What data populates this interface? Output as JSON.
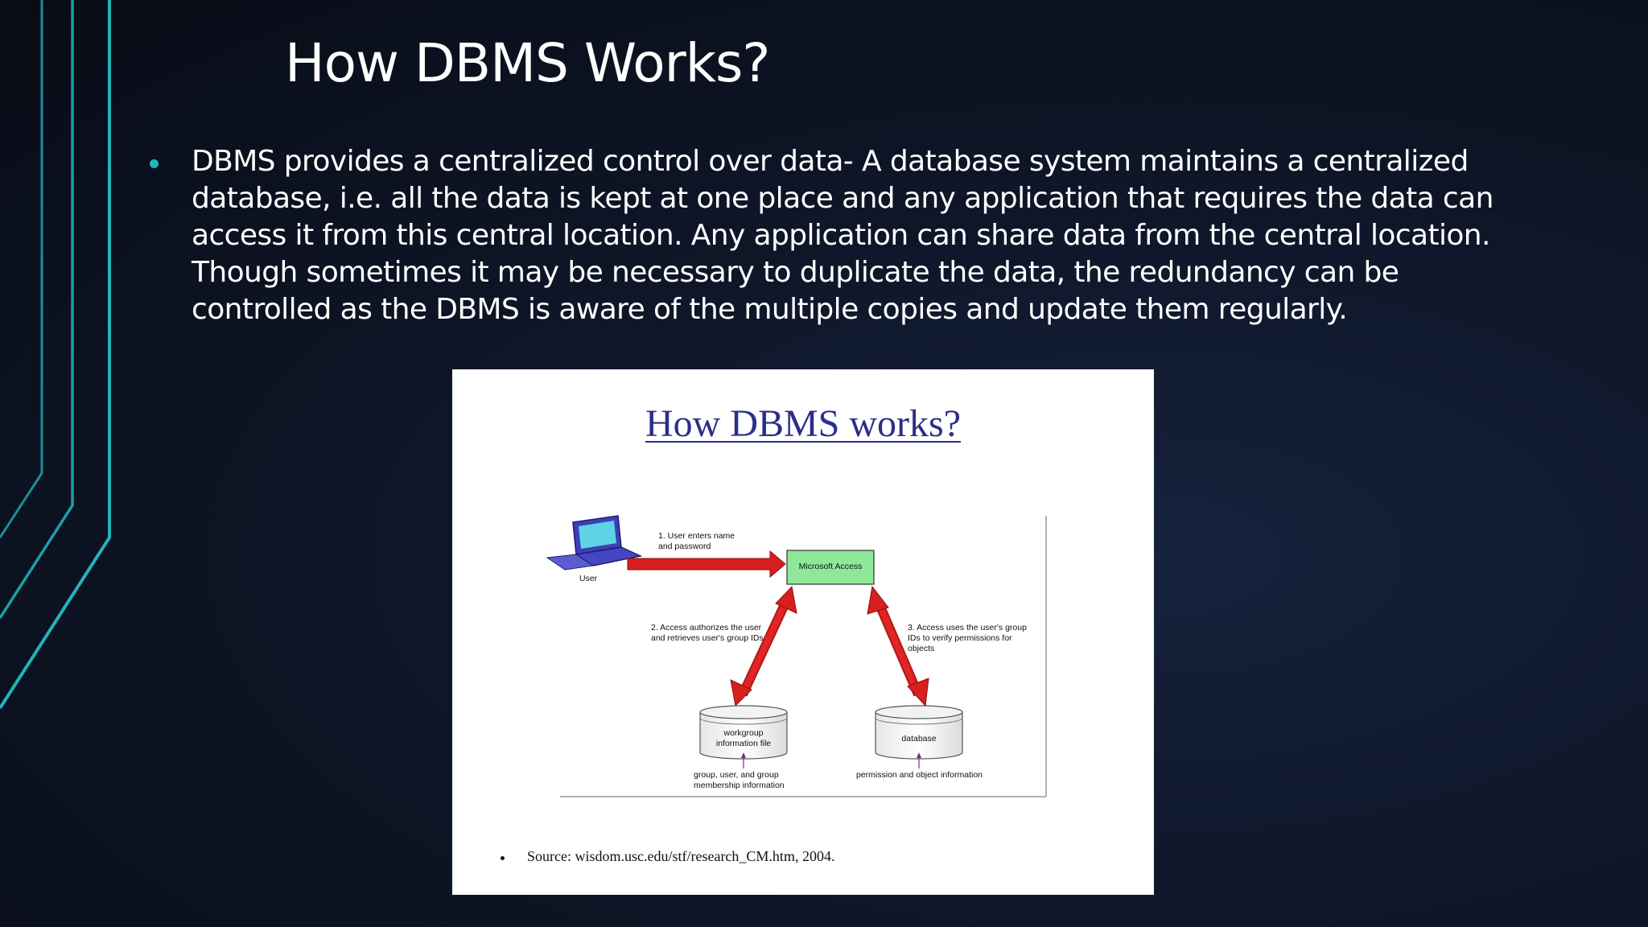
{
  "slide": {
    "title": "How DBMS Works?",
    "bullet_lines": [
      "DBMS provides a centralized control over data- A database system maintains a centralized",
      "database, i.e. all the data is kept at one place and any application that requires the data can",
      "access it from this central location. Any application can share data from the central location.",
      "Though sometimes it may be necessary to duplicate the data, the redundancy can be",
      "controlled as the DBMS is aware of the multiple copies and update them regularly."
    ]
  },
  "figure": {
    "title": "How DBMS works?",
    "user_label": "User",
    "step1_lines": [
      "1. User enters name",
      "and password"
    ],
    "access_box": "Microsoft Access",
    "step2_lines": [
      "2. Access authorizes the user",
      "and retrieves user's group IDs"
    ],
    "step3_lines": [
      "3. Access uses the user's group",
      "IDs to verify permissions for",
      "objects"
    ],
    "workgroup_lines": [
      "workgroup",
      "information file"
    ],
    "database_label": "database",
    "group_info_lines": [
      "group, user, and group",
      "membership information"
    ],
    "permission_info": "permission and object information",
    "source": "Source: wisdom.usc.edu/stf/research_CM.htm,  2004."
  },
  "colors": {
    "accent": "#23b3b9",
    "figure_title": "#2b2e8a",
    "arrow_red": "#d81f1f",
    "access_box": "#8fe89a"
  }
}
